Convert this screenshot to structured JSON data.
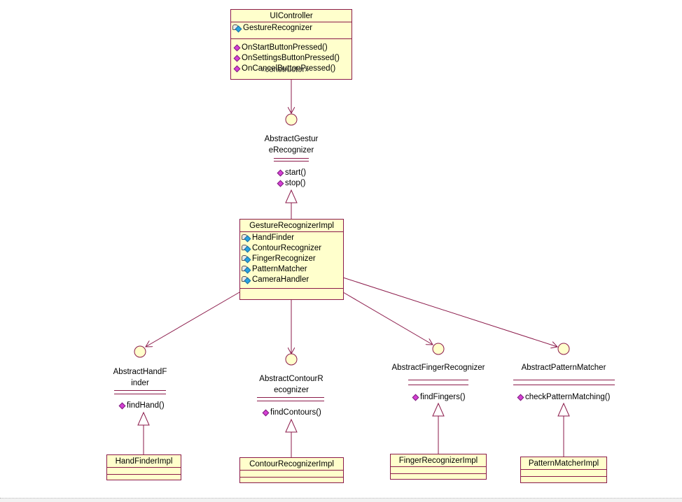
{
  "colors": {
    "class_fill": "#ffffcc",
    "border": "#8b1a4a",
    "line": "#8b1a4a",
    "attr_icon": "#29a3e0",
    "op_icon": "#d63fd6"
  },
  "ui_controller": {
    "name": "UIController",
    "attributes": [
      "GestureRecognizer"
    ],
    "operations": [
      "OnStartButtonPressed()",
      "OnSettingsButtonPressed()",
      "OnCancelButtonPressed()"
    ],
    "overlap_text": "«constructor»"
  },
  "abstract_gesture_recognizer": {
    "name_line1": "AbstractGestur",
    "name_line2": "eRecognizer",
    "operations": [
      "start()",
      "stop()"
    ]
  },
  "gesture_recognizer_impl": {
    "name": "GestureRecognizerImpl",
    "attributes": [
      "HandFinder",
      "ContourRecognizer",
      "FingerRecognizer",
      "PatternMatcher",
      "CameraHandler"
    ]
  },
  "abstract_hand_finder": {
    "name_line1": "AbstractHandF",
    "name_line2": "inder",
    "operations": [
      "findHand()"
    ]
  },
  "abstract_contour_recognizer": {
    "name_line1": "AbstractContourR",
    "name_line2": "ecognizer",
    "operations": [
      "findContours()"
    ]
  },
  "abstract_finger_recognizer": {
    "name": "AbstractFingerRecognizer",
    "operations": [
      "findFingers()"
    ]
  },
  "abstract_pattern_matcher": {
    "name": "AbstractPatternMatcher",
    "operations": [
      "checkPatternMatching()"
    ]
  },
  "hand_finder_impl": {
    "name": "HandFinderImpl"
  },
  "contour_recognizer_impl": {
    "name": "ContourRecognizerImpl"
  },
  "finger_recognizer_impl": {
    "name": "FingerRecognizerImpl"
  },
  "pattern_matcher_impl": {
    "name": "PatternMatcherImpl"
  }
}
